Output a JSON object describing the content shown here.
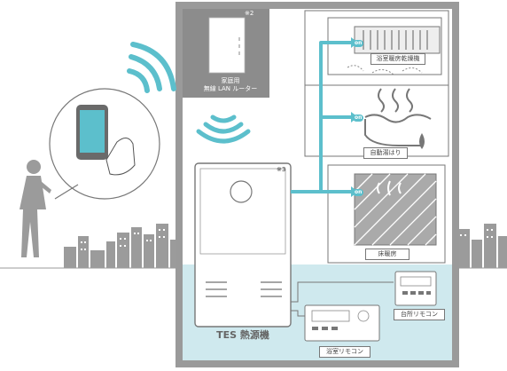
{
  "router": {
    "note": "※2",
    "label_line1": "家庭用",
    "label_line2": "無線 LAN ルーター"
  },
  "heater": {
    "note": "※3",
    "name": "TES 熱源機"
  },
  "appliances": {
    "dryer": {
      "label": "浴室暖房乾燥機",
      "switch": "on"
    },
    "bath": {
      "label": "自動湯はり",
      "switch": "on"
    },
    "floor": {
      "label": "床暖房",
      "switch": "on"
    }
  },
  "remotes": {
    "kitchen": {
      "label": "台所リモコン"
    },
    "bathroom": {
      "label": "浴室リモコン"
    }
  },
  "colors": {
    "accent": "#5cbfcc",
    "house": "#9a9a9a",
    "water": "#cfe9ee"
  }
}
